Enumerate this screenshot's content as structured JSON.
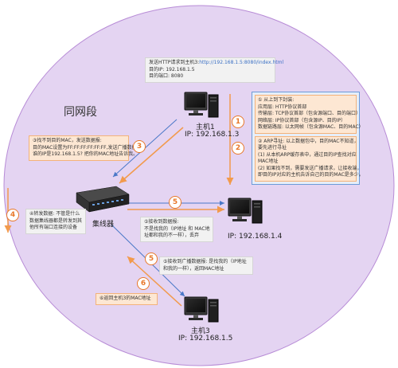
{
  "network": {
    "title": "同网段"
  },
  "hosts": {
    "host1": {
      "name": "主机1",
      "ip": "IP:  192.168.1.3"
    },
    "host2": {
      "ip": "IP:  192.168.1.4"
    },
    "host3": {
      "name": "主机3",
      "ip": "IP:  192.168.1.5"
    }
  },
  "hub": {
    "label": "集线器"
  },
  "request_box": {
    "line1_prefix": "发送HTTP请求到主机3:",
    "url": "http://192.168.1.5:8080/index.html",
    "line2": "目的IP: 192.168.1.5",
    "line3": "目的端口: 8080"
  },
  "encapsulation_box": {
    "title": "① 从上到下封装:",
    "lines": [
      "应用层: HTTP协议首部",
      "传输层: TCP协议首部（包含源端口、目的端口）",
      "网络层: IP协议首部（包含源IP、目的IP）",
      "数据链路层: 以太网帧（包含源MAC、目的MAC）"
    ]
  },
  "arp_box": {
    "lines": [
      "② ARP寻址: 以上数据包中，目的MAC不知道，",
      "要先进行寻址",
      "(1) 从本机ARP缓存表中，通过目的IP查找对应",
      "MAC地址",
      "(2) 如果找不到，需要发送广播请求，让接收端，",
      "即目的IP对应的主机告诉自己的目的MAC是多少。"
    ]
  },
  "broadcast_box": {
    "lines": [
      "③找不到目的MAC，发送数据报:",
      "目的MAC设置为FF:FF:FF:FF:FF:FF,发送广播数据报",
      "谁的IP是192.168.1.5? 把你的MAC地址告诉我。"
    ]
  },
  "hub_forward_box": {
    "lines": [
      "④转发数据: 不管是什么",
      "数据集线器都是转发到其",
      "他所有端口连接的设备"
    ]
  },
  "host2_receive_box": {
    "lines": [
      "⑤接收到数据报:",
      "不是找我的（IP地址 和 MAC地",
      "址都和我的不一样），丢弃"
    ]
  },
  "host3_receive_box": {
    "lines": [
      "⑤接收到广播数据报: 是找我的（IP地址",
      "和我的一样），返回MAC地址"
    ]
  },
  "return_box": {
    "text": "⑥返回主机3的MAC地址"
  },
  "step_numbers": {
    "n1": "1",
    "n2": "2",
    "n3": "3",
    "n4": "4",
    "n5a": "5",
    "n5b": "5",
    "n6": "6"
  },
  "colors": {
    "network_fill": "#e4d4f2",
    "network_stroke": "#b78bd6",
    "arrow_orange": "#f29a4c",
    "arrow_blue": "#4a78c8"
  }
}
